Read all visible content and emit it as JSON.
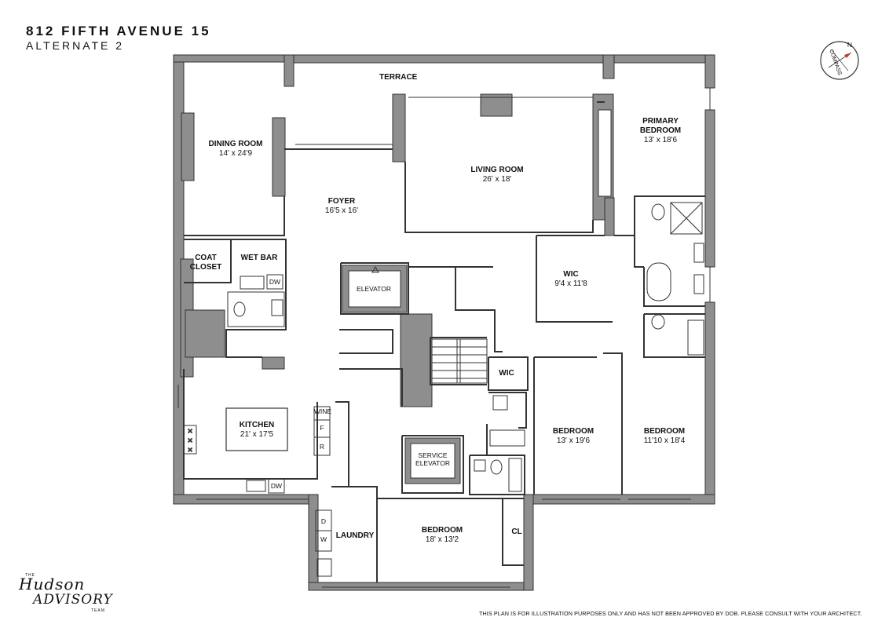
{
  "header": {
    "address": "812 FIFTH AVENUE 15",
    "subtitle": "ALTERNATE 2"
  },
  "compass": {
    "label": "COMPASS",
    "north_letter": "N"
  },
  "rooms": {
    "terrace": {
      "name": "TERRACE"
    },
    "dining": {
      "name": "DINING ROOM",
      "dims": "14' x 24'9"
    },
    "foyer": {
      "name": "FOYER",
      "dims": "16'5 x 16'"
    },
    "living": {
      "name": "LIVING ROOM",
      "dims": "26' x 18'"
    },
    "primary": {
      "name1": "PRIMARY",
      "name2": "BEDROOM",
      "dims": "13' x 18'6"
    },
    "coat": {
      "name1": "COAT",
      "name2": "CLOSET"
    },
    "wetbar": {
      "name": "WET BAR"
    },
    "elevator": {
      "name": "ELEVATOR"
    },
    "wic1": {
      "name": "WIC",
      "dims": "9'4 x 11'8"
    },
    "wic2": {
      "name": "WIC"
    },
    "kitchen": {
      "name": "KITCHEN",
      "dims": "21' x 17'5"
    },
    "bedroom1": {
      "name": "BEDROOM",
      "dims": "13' x 19'6"
    },
    "bedroom2": {
      "name": "BEDROOM",
      "dims": "11'10 x 18'4"
    },
    "service": {
      "name1": "SERVICE",
      "name2": "ELEVATOR"
    },
    "laundry": {
      "name": "LAUNDRY"
    },
    "bedroom3": {
      "name": "BEDROOM",
      "dims": "18' x 13'2"
    },
    "cl": {
      "name": "CL"
    }
  },
  "fixtures": {
    "dw1": "DW",
    "dw2": "DW",
    "wine": "WINE",
    "fridge": "F",
    "range": "R",
    "dryer": "D",
    "washer": "W"
  },
  "logo": {
    "the": "THE",
    "line1": "Hudson",
    "line2": "ADVISORY",
    "team": "TEAM"
  },
  "disclaimer": "THIS PLAN IS FOR ILLUSTRATION PURPOSES ONLY AND HAS NOT BEEN APPROVED BY DOB. PLEASE CONSULT WITH YOUR ARCHITECT.",
  "colors": {
    "wall": "#8e8e8e",
    "line": "#333333",
    "background": "#ffffff"
  }
}
